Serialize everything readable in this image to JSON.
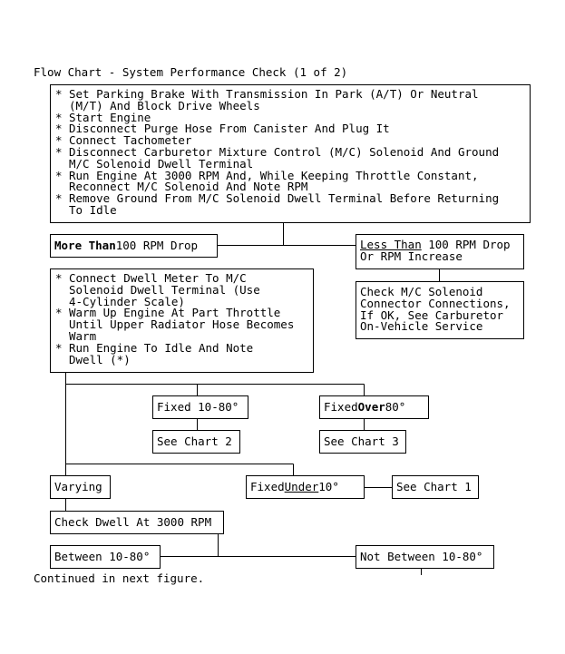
{
  "title": "Flow Chart - System Performance Check (1 of 2)",
  "footer": "Continued in next figure.",
  "top_box": {
    "items": [
      [
        "Set Parking Brake With Transmission In Park (A/T) Or Neutral",
        "(M/T) And Block Drive Wheels"
      ],
      [
        "Start Engine"
      ],
      [
        "Disconnect Purge Hose From Canister And Plug It"
      ],
      [
        "Connect Tachometer"
      ],
      [
        "Disconnect Carburetor Mixture Control (M/C) Solenoid And Ground",
        "M/C Solenoid Dwell Terminal"
      ],
      [
        "Run Engine At 3000 RPM And, While Keeping Throttle Constant,",
        "Reconnect M/C Solenoid And Note RPM"
      ],
      [
        "Remove Ground From M/C Solenoid Dwell Terminal Before Returning",
        "To Idle"
      ]
    ]
  },
  "more_than": {
    "bold": "More Than",
    "rest": " 100 RPM Drop"
  },
  "less_than": {
    "underline": "Less Than",
    "rest": " 100 RPM Drop",
    "line2": "Or RPM Increase"
  },
  "check_mc": {
    "lines": [
      "Check M/C Solenoid",
      "Connector Connections,",
      "If OK, See Carburetor",
      "On-Vehicle Service"
    ]
  },
  "dwell_box": {
    "items": [
      [
        "Connect Dwell Meter To M/C",
        "Solenoid Dwell Terminal (Use",
        "4-Cylinder Scale)"
      ],
      [
        "Warm Up Engine At Part Throttle",
        "Until Upper Radiator Hose Becomes",
        "Warm"
      ],
      [
        "Run Engine To Idle And Note",
        "Dwell (*)"
      ]
    ]
  },
  "fixed_10_80": "Fixed 10-80°",
  "fixed_over": {
    "pre": "Fixed ",
    "bold": "Over",
    "post": " 80°"
  },
  "see_chart_2": "See Chart 2",
  "see_chart_3": "See Chart 3",
  "varying": "Varying",
  "fixed_under": {
    "pre": "Fixed ",
    "underline": "Under",
    "post": " 10°"
  },
  "see_chart_1": "See Chart 1",
  "check_dwell": "Check Dwell At 3000 RPM",
  "between": "Between 10-80°",
  "not_between": "Not Between 10-80°",
  "bullet": "*"
}
